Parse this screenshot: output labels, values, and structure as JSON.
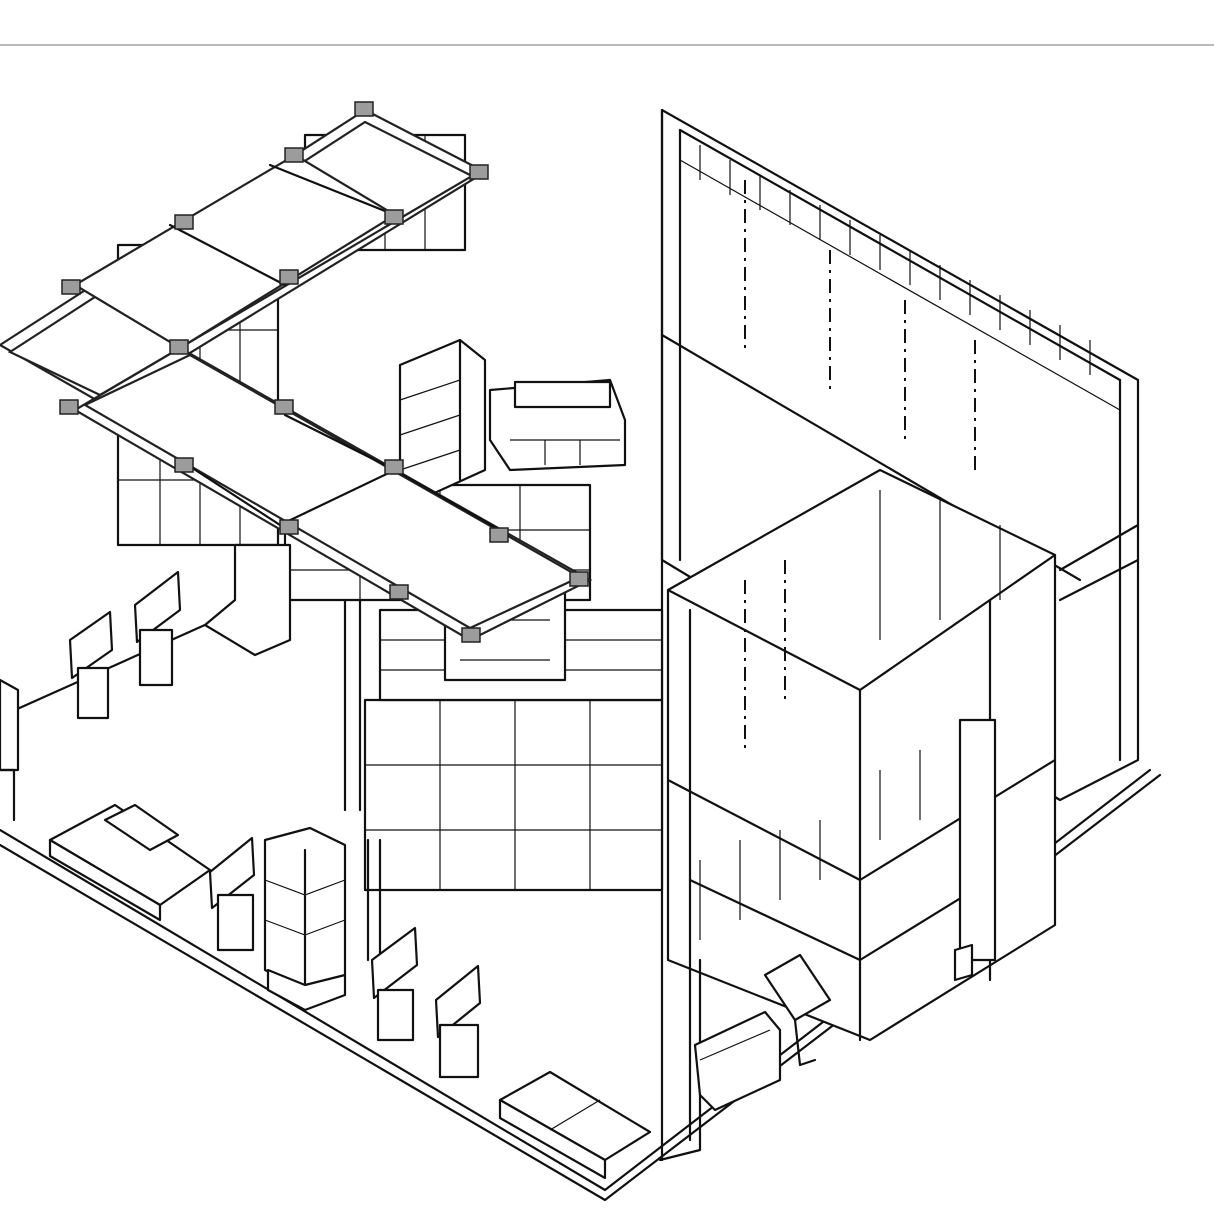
{
  "drawing": {
    "kind": "isometric line drawing of an exhibition booth",
    "colors": {
      "line": "#111111",
      "background": "#ffffff",
      "rule": "#b9b9b9",
      "truss_node": "#9c9c9c"
    },
    "components": {
      "truss_grid_nodes": 16,
      "kiosk_totems": 8,
      "display_showcases": 2,
      "benches": 2,
      "back_wall_panels": 6
    }
  }
}
